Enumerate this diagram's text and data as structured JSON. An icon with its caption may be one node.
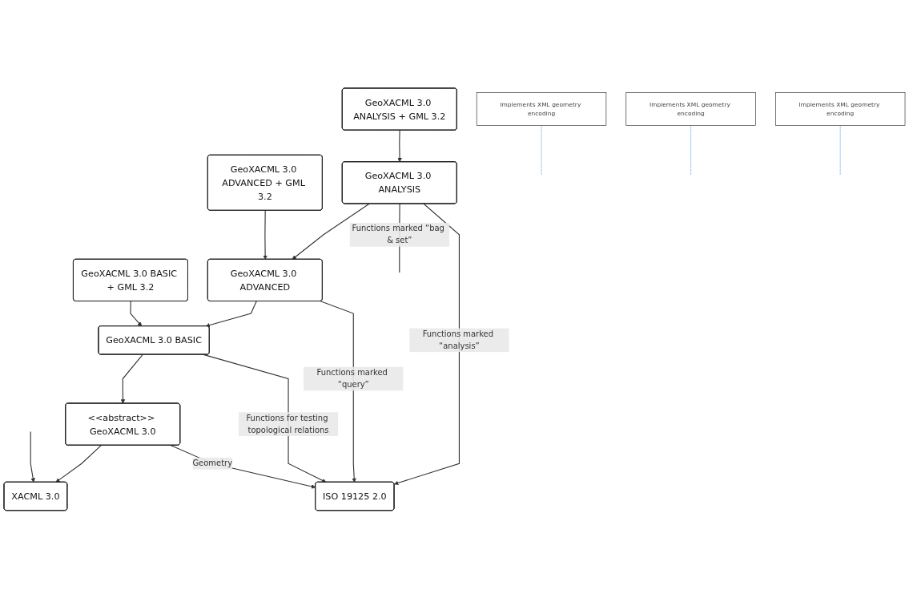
{
  "diagram": {
    "nodes": [
      {
        "text": [
          "GeoXACML 3.0 ANALYSIS + GML 3.2"
        ]
      },
      {
        "text": [
          "GeoXACML 3.0 ANALYSIS"
        ]
      },
      {
        "text": [
          "Implements XML geometry encoding"
        ]
      },
      {
        "text": [
          "GeoXACML 3.0 ADVANCED + GML 3.2"
        ]
      },
      {
        "text": [
          "GeoXACML 3.0 ADVANCED"
        ]
      },
      {
        "text": [
          "Implements XML geometry encoding"
        ]
      },
      {
        "text": [
          "GeoXACML 3.0 BASIC + GML 3.2"
        ]
      },
      {
        "text": [
          "GeoXACML 3.0 BASIC"
        ]
      },
      {
        "text": [
          "Implements XML geometry encoding"
        ]
      },
      {
        "text": [
          "XACML 3.0"
        ]
      },
      {
        "text": [
          "<<abstract>> GeoXACML 3.0"
        ]
      },
      {
        "text": [
          "ISO 19125 2.0"
        ]
      }
    ],
    "edges": [
      {
        "from": 0,
        "to": 1,
        "arrow": "to"
      },
      {
        "from": 2,
        "to": null,
        "arrow": "none",
        "style": "dashed",
        "color": "#6fa8dc"
      },
      {
        "from": 1,
        "to": 4,
        "arrow": "to"
      },
      {
        "from": 3,
        "to": 4,
        "arrow": "to"
      },
      {
        "from": 5,
        "to": null,
        "arrow": "none",
        "style": "dashed",
        "color": "#6fa8dc"
      },
      {
        "from": 4,
        "to": 7,
        "arrow": "to"
      },
      {
        "from": 6,
        "to": 7,
        "arrow": "to"
      },
      {
        "from": 8,
        "to": null,
        "arrow": "none",
        "style": "dashed",
        "color": "#6fa8dc"
      },
      {
        "from": 7,
        "to": 10,
        "arrow": "to"
      },
      {
        "from": 10,
        "to": 9,
        "arrow": "to"
      },
      {
        "from": 1,
        "to": null,
        "arrow": "other",
        "label": "Functions marked “bag & set”"
      },
      {
        "from": 1,
        "to": 11,
        "arrow": "to",
        "label": "Functions marked “analysis”"
      },
      {
        "from": 4,
        "to": 11,
        "arrow": "to",
        "label": "Functions marked “query”"
      },
      {
        "from": 7,
        "to": 11,
        "arrow": "to",
        "label": "Functions for testing topological relations"
      },
      {
        "from": 10,
        "to": 11,
        "arrow": "to",
        "label": "Geometry"
      },
      {
        "from": null,
        "to": 9,
        "arrow": "to"
      }
    ]
  }
}
